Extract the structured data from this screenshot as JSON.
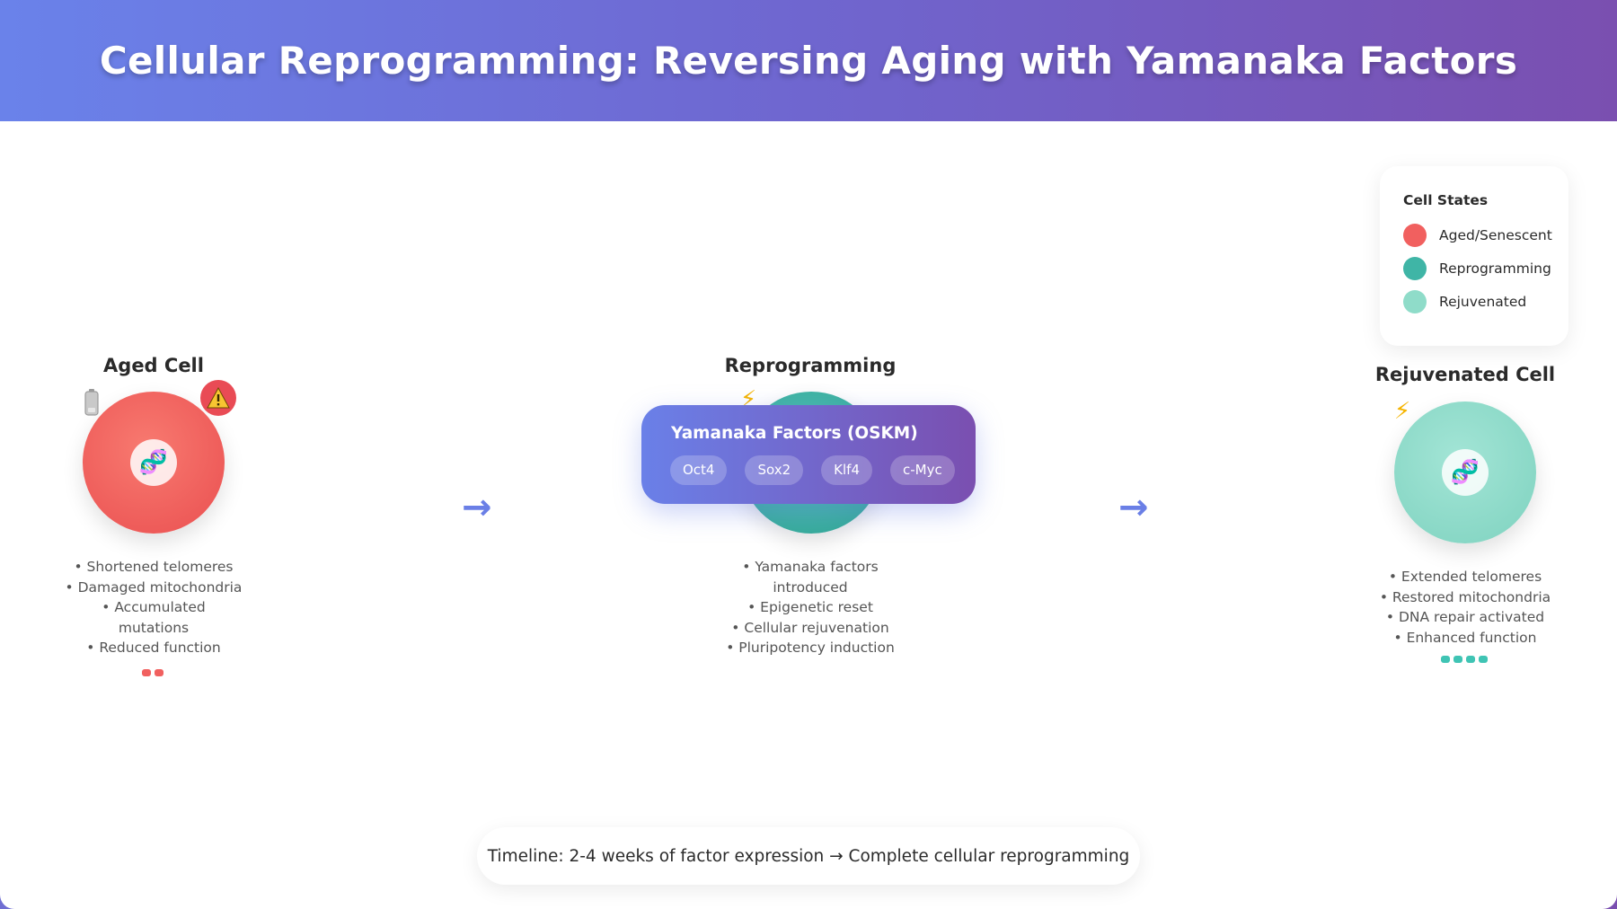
{
  "title": "Cellular Reprogramming: Reversing Aging with Yamanaka Factors",
  "stages": {
    "aged": {
      "title": "Aged Cell",
      "color": "#f1605f",
      "features": [
        "• Shortened telomeres",
        "• Damaged mitochondria",
        "• Accumulated",
        "mutations",
        "• Reduced function"
      ],
      "nucleus_icon": "dna-icon",
      "badges": [
        "low-battery-icon",
        "warning-icon"
      ]
    },
    "reprogramming": {
      "title": "Reprogramming",
      "color": "#3fb5a6",
      "features": [
        "• Yamanaka factors",
        "introduced",
        "• Epigenetic reset",
        "• Cellular rejuvenation",
        "• Pluripotency induction"
      ],
      "badges": [
        "lightning-icon"
      ]
    },
    "rejuvenated": {
      "title": "Rejuvenated Cell",
      "color": "#8fdcc9",
      "features": [
        "• Extended telomeres",
        "• Restored mitochondria",
        "• DNA repair activated",
        "• Enhanced function"
      ],
      "nucleus_icon": "dna-icon",
      "badges": [
        "lightning-icon"
      ]
    }
  },
  "factors": {
    "title": "Yamanaka Factors (OSKM)",
    "chips": [
      "Oct4",
      "Sox2",
      "Klf4",
      "c-Myc"
    ]
  },
  "arrows": [
    "→",
    "→"
  ],
  "legend": {
    "title": "Cell States",
    "items": [
      {
        "label": "Aged/Senescent",
        "color": "#f1605f"
      },
      {
        "label": "Reprogramming",
        "color": "#3fb5a6"
      },
      {
        "label": "Rejuvenated",
        "color": "#8fdcc9"
      }
    ]
  },
  "timeline": "Timeline: 2-4 weeks of factor expression → Complete cellular reprogramming"
}
